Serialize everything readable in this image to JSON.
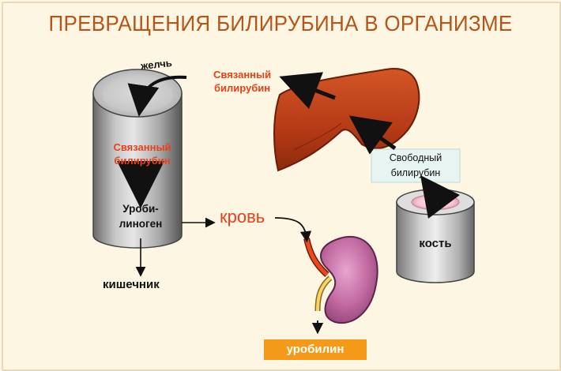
{
  "title": "ПРЕВРАЩЕНИЯ БИЛИРУБИНА В ОРГАНИЗМЕ",
  "labels": {
    "bile": "желчь",
    "bound_top": [
      "Связанный",
      "билирубин"
    ],
    "bound_intestine": [
      "Связанный",
      "билирубин"
    ],
    "urobilinogen": [
      "Уроби-",
      "линоген"
    ],
    "blood": "кровь",
    "intestine": "кишечник",
    "free_bilirubin": [
      "Свободный",
      "билирубин"
    ],
    "bone": "кость",
    "urobilin": "уробилин"
  },
  "colors": {
    "title": "#b5551a",
    "accent_text": "#e8401a",
    "liver": "#c0441c",
    "kidney": "#b0508a",
    "urobilin_box": "#f59a18",
    "free_box": "#e8f4f2",
    "background": "#fdf6e3"
  },
  "icons": [
    "liver-icon",
    "kidney-icon",
    "intestine-cylinder-icon",
    "bone-cylinder-icon"
  ]
}
